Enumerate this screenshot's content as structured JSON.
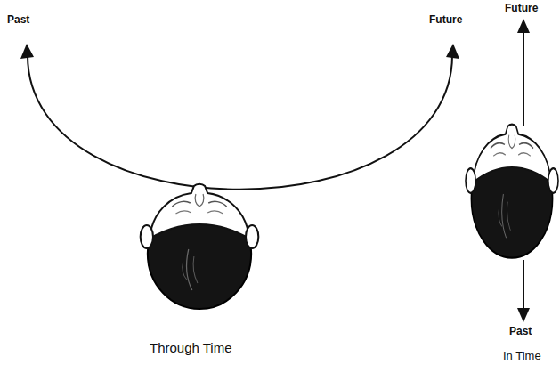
{
  "diagram": {
    "labels": [
      "Past",
      "Future",
      "Through Time",
      "Future",
      "Past",
      "In Time"
    ]
  }
}
